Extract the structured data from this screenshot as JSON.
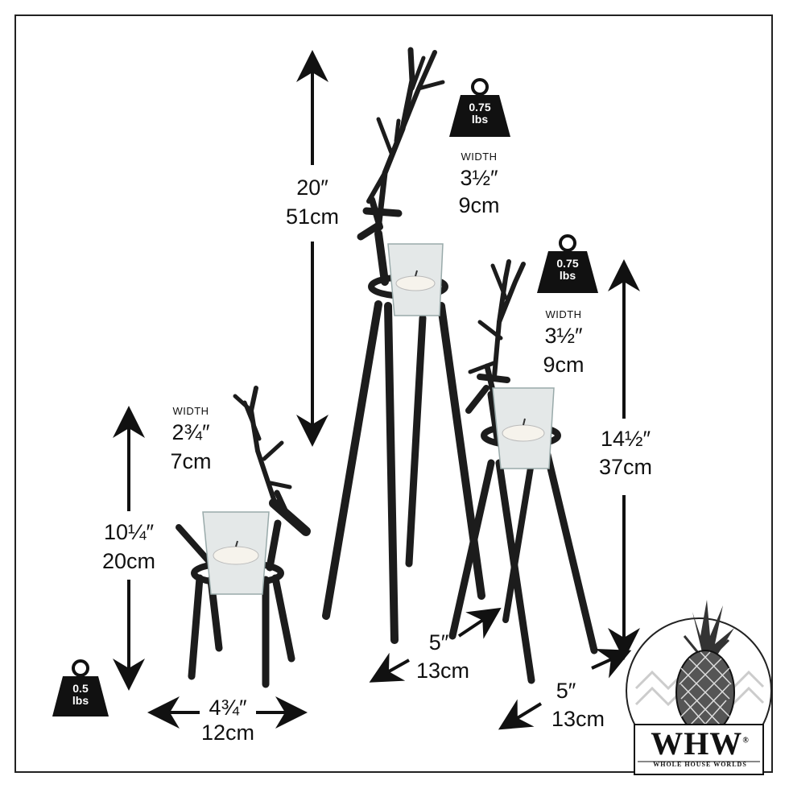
{
  "large": {
    "weight_value": "0.75",
    "weight_unit": "lbs",
    "width_label": "WIDTH",
    "width_in": "3½″",
    "width_cm": "9cm",
    "height_in": "20″",
    "height_cm": "51cm",
    "base_in": "5″",
    "base_cm": "13cm"
  },
  "medium": {
    "weight_value": "0.75",
    "weight_unit": "lbs",
    "width_label": "WIDTH",
    "width_in": "3½″",
    "width_cm": "9cm",
    "height_in": "14½″",
    "height_cm": "37cm",
    "base_in": "5″",
    "base_cm": "13cm"
  },
  "small": {
    "weight_value": "0.5",
    "weight_unit": "lbs",
    "width_label": "WIDTH",
    "width_in": "2¾″",
    "width_cm": "7cm",
    "height_in": "10¼″",
    "height_cm": "20cm",
    "base_in": "4¾″",
    "base_cm": "12cm"
  },
  "logo": {
    "title": "WHW",
    "subtitle": "WHOLE HOUSE WORLDS",
    "registered": "®"
  },
  "colors": {
    "ink": "#111111",
    "metal": "#1c1c1c",
    "glass": "#dfe3e3",
    "candle": "#f4f1ea"
  }
}
